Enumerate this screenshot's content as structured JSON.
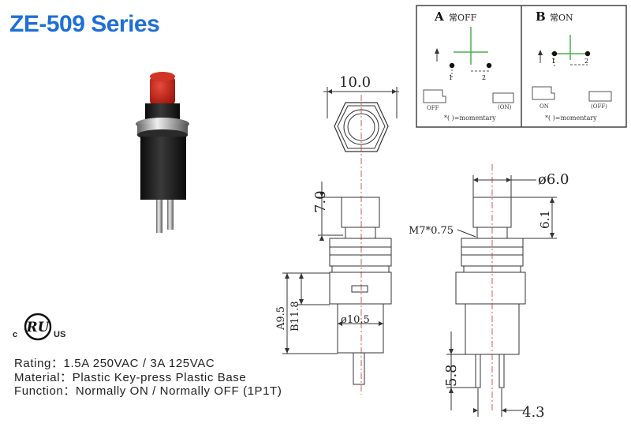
{
  "title": "ZE-509 Series",
  "specs": {
    "rating": "Rating：1.5A 250VAC  / 3A 125VAC",
    "material": "Material：Plastic Key-press  Plastic Base",
    "function": "Function：Normally  ON / Normally  OFF (1P1T)"
  },
  "cert": {
    "c": "c",
    "ru": "RU",
    "us": "US"
  },
  "panel_a": {
    "letter": "A",
    "label": "常OFF",
    "pin1": "1",
    "pin2": "2",
    "state_left": "OFF",
    "state_right": "(ON)",
    "note": "*( )=momentary"
  },
  "panel_b": {
    "letter": "B",
    "label": "常ON",
    "pin1": "1",
    "pin2": "2",
    "state_left": "ON",
    "state_right": "(OFF)",
    "note": "*( )=momentary"
  },
  "dims": {
    "top_width": "10.0",
    "cap_height": "7.0",
    "body_a": "A9.5",
    "body_b": "B11.8",
    "base_dia": "ø10.5",
    "cap_dia": "ø6.0",
    "thread_height": "6.1",
    "thread": "M7*0.75",
    "pin_length": "5.8",
    "pin_spacing": "4.3"
  }
}
